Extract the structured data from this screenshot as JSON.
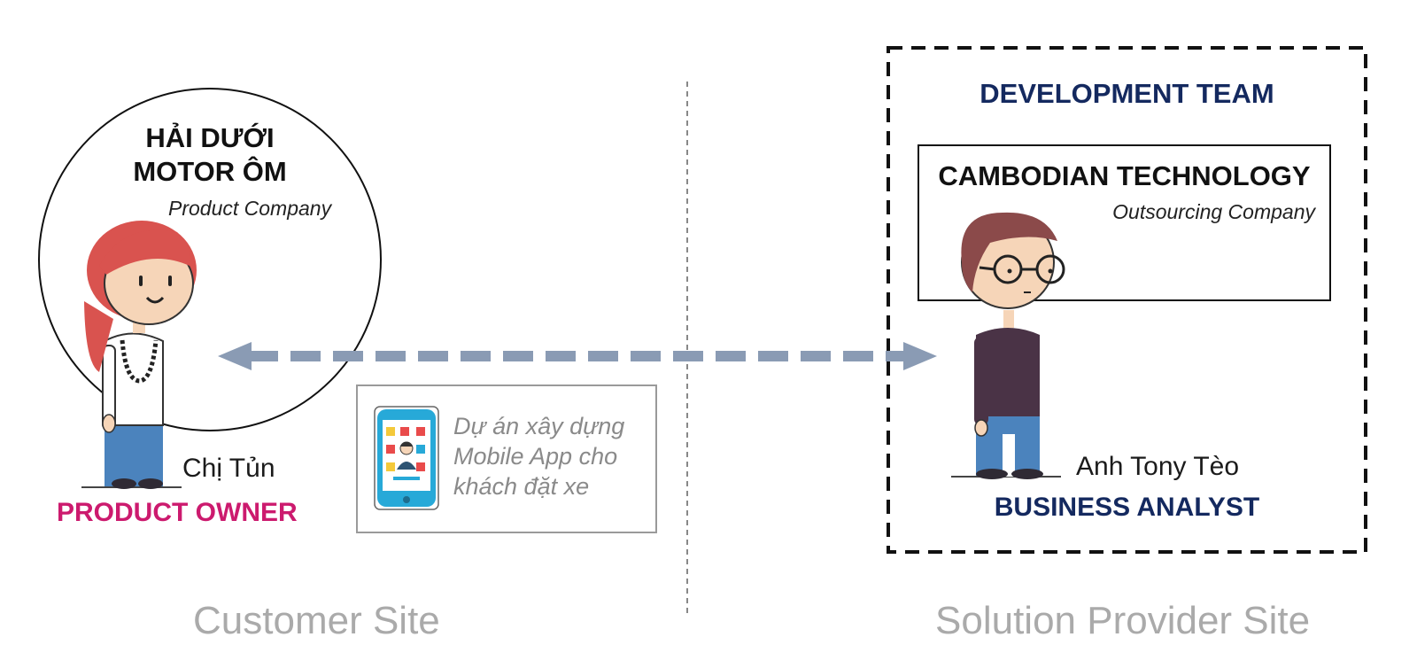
{
  "customer": {
    "company_line1": "HẢI DƯỚI",
    "company_line2": "MOTOR ÔM",
    "company_type": "Product Company",
    "person_name": "Chị Tủn",
    "role": "PRODUCT OWNER"
  },
  "project_card": {
    "line1": "Dự án xây dựng",
    "line2": "Mobile App cho",
    "line3": "khách đặt xe",
    "icon": "mobile-app-icon"
  },
  "provider": {
    "team_title": "DEVELOPMENT TEAM",
    "company_name": "CAMBODIAN TECHNOLOGY",
    "company_type": "Outsourcing Company",
    "person_name": "Anh Tony Tèo",
    "role": "BUSINESS ANALYST"
  },
  "sites": {
    "left": "Customer Site",
    "right": "Solution Provider Site"
  },
  "colors": {
    "product_owner": "#cc1a6e",
    "navy": "#14295f",
    "arrow": "#8a9bb4",
    "site_label": "#aaaaaa"
  }
}
